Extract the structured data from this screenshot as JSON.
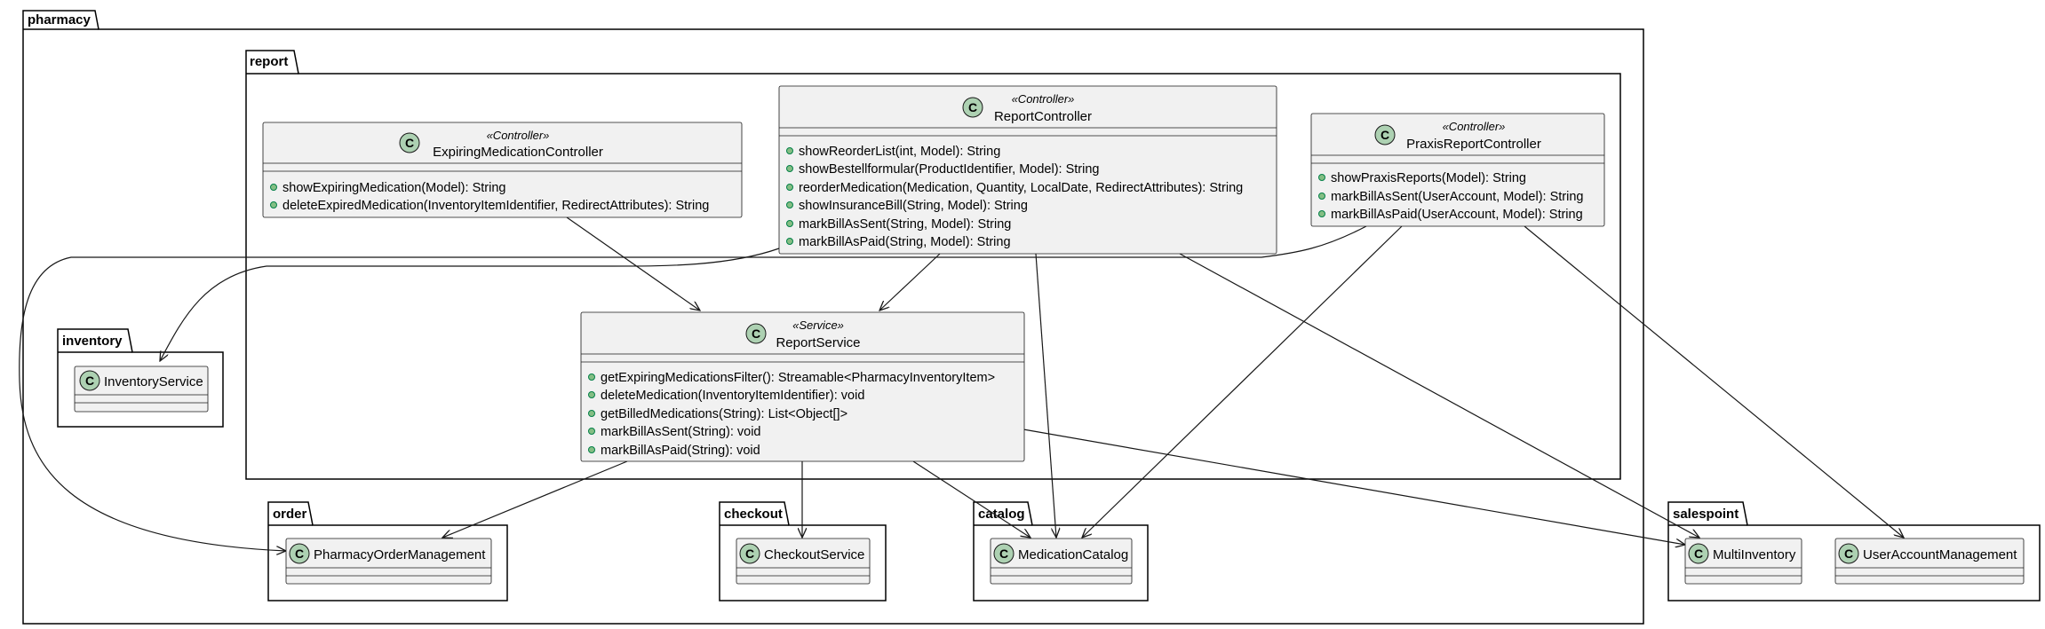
{
  "packages": {
    "pharmacy": "pharmacy",
    "report": "report",
    "inventory": "inventory",
    "order": "order",
    "checkout": "checkout",
    "catalog": "catalog",
    "salespoint": "salespoint"
  },
  "class_icon_letter": "C",
  "classes": {
    "expiring": {
      "stereotype": "«Controller»",
      "name": "ExpiringMedicationController",
      "methods": [
        "showExpiringMedication(Model): String",
        "deleteExpiredMedication(InventoryItemIdentifier, RedirectAttributes): String"
      ]
    },
    "report_controller": {
      "stereotype": "«Controller»",
      "name": "ReportController",
      "methods": [
        "showReorderList(int, Model): String",
        "showBestellformular(ProductIdentifier, Model): String",
        "reorderMedication(Medication, Quantity, LocalDate, RedirectAttributes): String",
        "showInsuranceBill(String, Model): String",
        "markBillAsSent(String, Model): String",
        "markBillAsPaid(String, Model): String"
      ]
    },
    "praxis": {
      "stereotype": "«Controller»",
      "name": "PraxisReportController",
      "methods": [
        "showPraxisReports(Model): String",
        "markBillAsSent(UserAccount, Model): String",
        "markBillAsPaid(UserAccount, Model): String"
      ]
    },
    "report_service": {
      "stereotype": "«Service»",
      "name": "ReportService",
      "methods": [
        "getExpiringMedicationsFilter(): Streamable<PharmacyInventoryItem>",
        "deleteMedication(InventoryItemIdentifier): void",
        "getBilledMedications(String): List<Object[]>",
        "markBillAsSent(String): void",
        "markBillAsPaid(String): void"
      ]
    },
    "inventory_service": {
      "name": "InventoryService"
    },
    "order_mgmt": {
      "name": "PharmacyOrderManagement"
    },
    "checkout_service": {
      "name": "CheckoutService"
    },
    "medication_catalog": {
      "name": "MedicationCatalog"
    },
    "multi_inventory": {
      "name": "MultiInventory"
    },
    "user_account_mgmt": {
      "name": "UserAccountManagement"
    }
  },
  "relations": [
    {
      "from": "ExpiringMedicationController",
      "to": "ReportService"
    },
    {
      "from": "ReportController",
      "to": "ReportService"
    },
    {
      "from": "ReportController",
      "to": "InventoryService"
    },
    {
      "from": "ReportController",
      "to": "MedicationCatalog"
    },
    {
      "from": "ReportController",
      "to": "MultiInventory"
    },
    {
      "from": "PraxisReportController",
      "to": "PharmacyOrderManagement"
    },
    {
      "from": "PraxisReportController",
      "to": "MedicationCatalog"
    },
    {
      "from": "PraxisReportController",
      "to": "UserAccountManagement"
    },
    {
      "from": "ReportService",
      "to": "PharmacyOrderManagement"
    },
    {
      "from": "ReportService",
      "to": "CheckoutService"
    },
    {
      "from": "ReportService",
      "to": "MedicationCatalog"
    },
    {
      "from": "ReportService",
      "to": "MultiInventory"
    }
  ],
  "colors": {
    "class_fill": "#f1f1f1",
    "class_border": "#181818",
    "icon_fill": "#add1b2",
    "line": "#181818"
  }
}
